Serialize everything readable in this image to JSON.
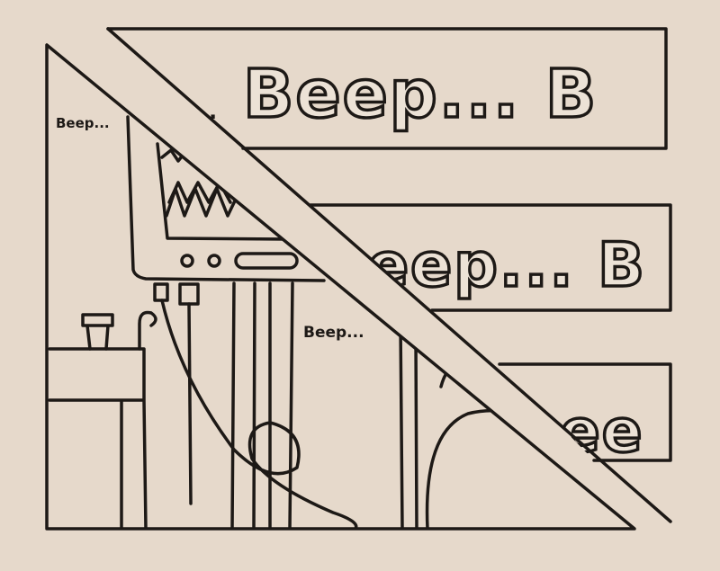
{
  "comic": {
    "left_panel": {
      "sound_top": "Beep...",
      "sound_middle": "Beep..."
    },
    "strips": {
      "strip1_text": "Beep... B",
      "strip1_lead": ".",
      "strip2_text": "eep... B",
      "strip3_text": "ee"
    }
  },
  "colors": {
    "paper": "#e6d9cb",
    "ink": "#1d1916"
  }
}
